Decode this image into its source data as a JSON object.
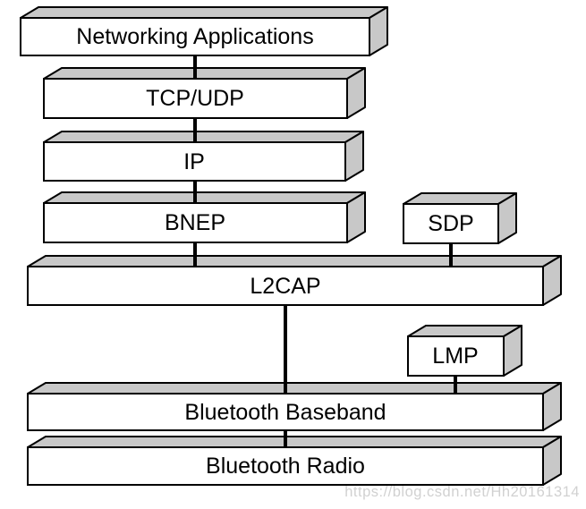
{
  "diagram": {
    "kind": "protocol-stack",
    "boxes": [
      {
        "id": "networking-applications",
        "label": "Networking Applications"
      },
      {
        "id": "tcp-udp",
        "label": "TCP/UDP"
      },
      {
        "id": "ip",
        "label": "IP"
      },
      {
        "id": "bnep",
        "label": "BNEP"
      },
      {
        "id": "sdp",
        "label": "SDP"
      },
      {
        "id": "l2cap",
        "label": "L2CAP"
      },
      {
        "id": "lmp",
        "label": "LMP"
      },
      {
        "id": "bluetooth-baseband",
        "label": "Bluetooth Baseband"
      },
      {
        "id": "bluetooth-radio",
        "label": "Bluetooth Radio"
      }
    ],
    "connections": [
      {
        "from": "networking-applications",
        "to": "tcp-udp"
      },
      {
        "from": "tcp-udp",
        "to": "ip"
      },
      {
        "from": "ip",
        "to": "bnep"
      },
      {
        "from": "bnep",
        "to": "l2cap"
      },
      {
        "from": "sdp",
        "to": "l2cap"
      },
      {
        "from": "l2cap",
        "to": "bluetooth-baseband"
      },
      {
        "from": "lmp",
        "to": "bluetooth-baseband"
      },
      {
        "from": "bluetooth-baseband",
        "to": "bluetooth-radio"
      }
    ],
    "colors": {
      "box_face": "#ffffff",
      "box_shade": "#c8c8c8",
      "outline": "#000000",
      "watermark_text": "#c9c9c9"
    },
    "watermark": "https://blog.csdn.net/Hh20161314"
  }
}
